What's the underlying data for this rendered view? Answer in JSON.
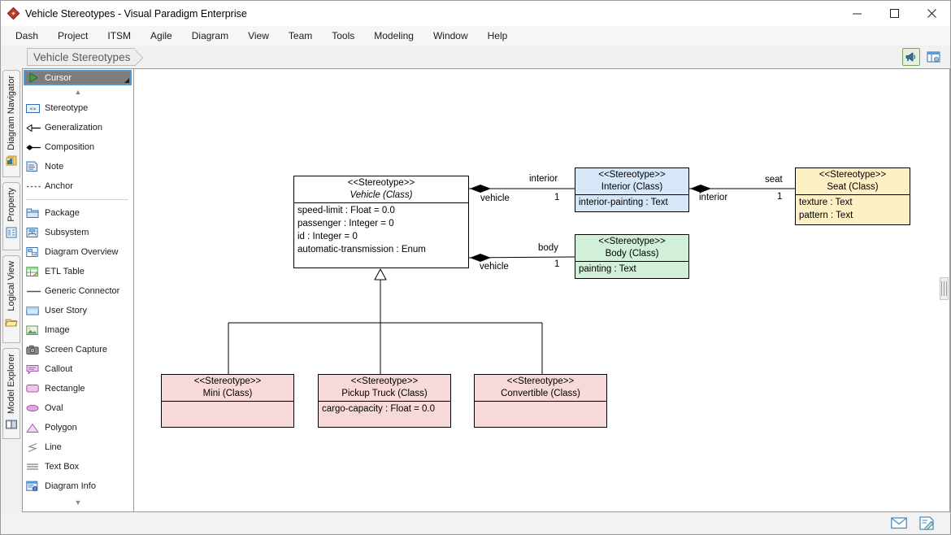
{
  "window": {
    "title": "Vehicle Stereotypes - Visual Paradigm Enterprise",
    "app_icon": "diamond-logo",
    "controls": {
      "minimize": "minimize-icon",
      "maximize": "maximize-icon",
      "close": "close-icon"
    }
  },
  "menubar": {
    "items": [
      {
        "label": "Dash"
      },
      {
        "label": "Project"
      },
      {
        "label": "ITSM"
      },
      {
        "label": "Agile"
      },
      {
        "label": "Diagram"
      },
      {
        "label": "View"
      },
      {
        "label": "Team"
      },
      {
        "label": "Tools"
      },
      {
        "label": "Modeling"
      },
      {
        "label": "Window"
      },
      {
        "label": "Help"
      }
    ]
  },
  "breadcrumb": {
    "label": "Vehicle Stereotypes"
  },
  "toolbar_right": [
    {
      "name": "announcement-icon",
      "active": true
    },
    {
      "name": "panel-layout-icon",
      "active": false
    }
  ],
  "vertical_tabs": [
    {
      "label": "Diagram Navigator",
      "icon": "diagram-navigator-icon"
    },
    {
      "label": "Property",
      "icon": "property-icon"
    },
    {
      "label": "Logical View",
      "icon": "logical-view-icon"
    },
    {
      "label": "Model Explorer",
      "icon": "model-explorer-icon"
    }
  ],
  "palette": {
    "selected": {
      "label": "Cursor",
      "icon": "cursor-icon"
    },
    "scroll_up": "▲",
    "scroll_down": "▼",
    "items": [
      {
        "label": "Stereotype",
        "icon": "stereotype-icon"
      },
      {
        "label": "Generalization",
        "icon": "generalization-icon"
      },
      {
        "label": "Composition",
        "icon": "composition-icon"
      },
      {
        "label": "Note",
        "icon": "note-icon"
      },
      {
        "label": "Anchor",
        "icon": "anchor-icon"
      },
      {
        "label": "Package",
        "icon": "package-icon"
      },
      {
        "label": "Subsystem",
        "icon": "subsystem-icon"
      },
      {
        "label": "Diagram Overview",
        "icon": "diagram-overview-icon"
      },
      {
        "label": "ETL Table",
        "icon": "etl-table-icon"
      },
      {
        "label": "Generic Connector",
        "icon": "generic-connector-icon"
      },
      {
        "label": "User Story",
        "icon": "user-story-icon"
      },
      {
        "label": "Image",
        "icon": "image-icon"
      },
      {
        "label": "Screen Capture",
        "icon": "screen-capture-icon"
      },
      {
        "label": "Callout",
        "icon": "callout-icon"
      },
      {
        "label": "Rectangle",
        "icon": "rectangle-icon"
      },
      {
        "label": "Oval",
        "icon": "oval-icon"
      },
      {
        "label": "Polygon",
        "icon": "polygon-icon"
      },
      {
        "label": "Line",
        "icon": "line-icon"
      },
      {
        "label": "Text Box",
        "icon": "text-box-icon"
      },
      {
        "label": "Diagram Info",
        "icon": "diagram-info-icon"
      }
    ]
  },
  "diagram": {
    "classes": [
      {
        "id": "vehicle",
        "stereotype": "<<Stereotype>>",
        "name": "Vehicle (Class)",
        "italic": true,
        "color": "#ffffff",
        "attributes": [
          "speed-limit : Float = 0.0",
          "passenger : Integer = 0",
          "id : Integer = 0",
          "automatic-transmission : Enum"
        ]
      },
      {
        "id": "interior",
        "stereotype": "<<Stereotype>>",
        "name": "Interior (Class)",
        "italic": false,
        "color": "#cfe4f5",
        "attributes": [
          "interior-painting : Text"
        ]
      },
      {
        "id": "seat",
        "stereotype": "<<Stereotype>>",
        "name": "Seat (Class)",
        "italic": false,
        "color": "#fdf0c4",
        "attributes": [
          "texture : Text",
          "pattern : Text"
        ]
      },
      {
        "id": "body",
        "stereotype": "<<Stereotype>>",
        "name": "Body (Class)",
        "italic": false,
        "color": "#cdeccd",
        "attributes": [
          "painting : Text"
        ]
      },
      {
        "id": "mini",
        "stereotype": "<<Stereotype>>",
        "name": "Mini (Class)",
        "italic": false,
        "color": "#f7d7d7",
        "attributes": []
      },
      {
        "id": "pickup",
        "stereotype": "<<Stereotype>>",
        "name": "Pickup Truck (Class)",
        "italic": false,
        "color": "#f7d7d7",
        "attributes": [
          "cargo-capacity : Float = 0.0"
        ]
      },
      {
        "id": "convertible",
        "stereotype": "<<Stereotype>>",
        "name": "Convertible (Class)",
        "italic": false,
        "color": "#f7d7d7",
        "attributes": []
      }
    ],
    "edge_labels": {
      "vehicle_interior_role": "vehicle",
      "interior_role": "interior",
      "interior_mult": "1",
      "vehicle_body_role": "vehicle",
      "body_role": "body",
      "body_mult": "1",
      "interior_seat_role": "interior",
      "seat_role": "seat",
      "seat_mult": "1"
    }
  },
  "statusbar": {
    "buttons": [
      {
        "name": "mail-icon"
      },
      {
        "name": "annotation-icon"
      }
    ]
  }
}
